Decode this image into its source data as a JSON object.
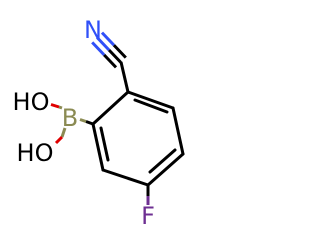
{
  "molecule": {
    "atoms": {
      "nitrogen": {
        "label": "N",
        "color": "#3050F8"
      },
      "boron": {
        "label": "B",
        "color": "#8B8B53"
      },
      "hydroxyl_top": {
        "label": "HO",
        "color": "#000000"
      },
      "hydroxyl_bottom": {
        "label": "HO",
        "color": "#000000"
      },
      "fluorine": {
        "label": "F",
        "color": "#6E2F92"
      }
    },
    "bond_colors": {
      "carbon": "#000000",
      "nitrogen": "#3050F8",
      "boron": "#8B8B53",
      "oxygen": "#E00000",
      "fluorine": "#6E2F92"
    }
  }
}
